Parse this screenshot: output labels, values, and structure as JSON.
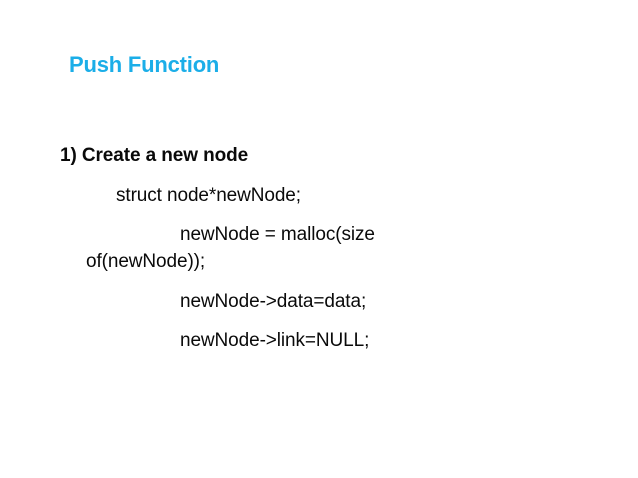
{
  "slide": {
    "title": "Push Function",
    "title_color": "#1BAEE8",
    "background_color": "#ffffff",
    "body_text_color": "#0a0a0a",
    "step_heading": "1) Create a new node",
    "code_lines": [
      {
        "text": "struct node*newNode;",
        "indent": "level-1"
      },
      {
        "text": "newNode = malloc(size of(newNode));",
        "indent": "level-2",
        "wrap_first": "newNode = malloc(size",
        "wrap_rest": "of(newNode));"
      },
      {
        "text": "newNode->data=data;",
        "indent": "level-2"
      },
      {
        "text": "newNode->link=NULL;",
        "indent": "level-2"
      }
    ]
  }
}
